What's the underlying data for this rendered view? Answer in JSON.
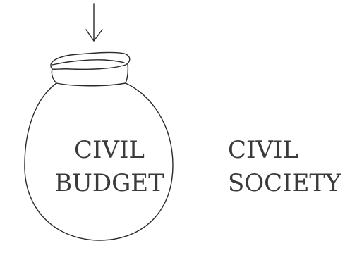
{
  "diagram": {
    "jar": {
      "label_line1": "CIVIL",
      "label_line2": "BUDGET"
    },
    "society": {
      "label_line1": "CIVIL",
      "label_line2": "SOCIETY"
    },
    "stroke_color": "#2b2b2b",
    "text_color": "#3a3a3a",
    "background_color": "#ffffff"
  }
}
